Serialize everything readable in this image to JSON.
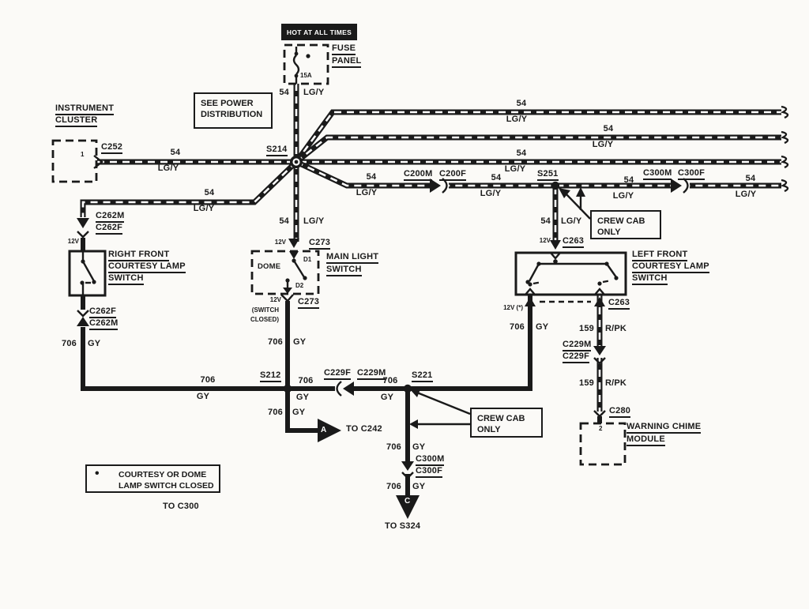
{
  "colors": {
    "ink": "#1a1a1a",
    "paper": "#fbfaf7"
  },
  "banner": {
    "text": "HOT AT ALL TIMES"
  },
  "fuse_panel": {
    "line1": "FUSE",
    "line2": "PANEL",
    "rating": "15A"
  },
  "power_note": {
    "line1": "SEE POWER",
    "line2": "DISTRIBUTION"
  },
  "instrument_cluster": {
    "line1": "INSTRUMENT",
    "line2": "CLUSTER",
    "pin": "1"
  },
  "right_front_switch": {
    "line1": "RIGHT FRONT",
    "line2": "COURTESY LAMP",
    "line3": "SWITCH",
    "v12": "12V"
  },
  "main_light_switch": {
    "line1": "MAIN LIGHT",
    "line2": "SWITCH",
    "dome": "DOME",
    "d1": "D1",
    "d2": "D2",
    "v12_top": "12V",
    "v12_bottom": "12V",
    "closed1": "(SWITCH",
    "closed2": "CLOSED)"
  },
  "left_front_switch": {
    "line1": "LEFT FRONT",
    "line2": "COURTESY LAMP",
    "line3": "SWITCH",
    "v12_top": "12V",
    "v12_bottom": "12V (*)"
  },
  "warning_chime": {
    "line1": "WARNING CHIME",
    "line2": "MODULE",
    "pin": "2"
  },
  "crew_cab_top": {
    "line1": "CREW CAB",
    "line2": "ONLY"
  },
  "crew_cab_bottom": {
    "line1": "CREW CAB",
    "line2": "ONLY"
  },
  "legend": {
    "bullet": "•",
    "line1": "COURTESY OR DOME",
    "line2": "LAMP SWITCH CLOSED"
  },
  "destinations": {
    "a_label": "A",
    "c_label": "C",
    "to_c242": "TO C242",
    "to_s324": "TO S324",
    "to_c300": "TO C300"
  },
  "connectors": {
    "c252": "C252",
    "s214": "S214",
    "c200m": "C200M",
    "c200f": "C200F",
    "s251": "S251",
    "c300m": "C300M",
    "c300f": "C300F",
    "c262m_in": "C262M",
    "c262f_in": "C262F",
    "c262f_out": "C262F",
    "c262m_out": "C262M",
    "c273_in": "C273",
    "c273_out": "C273",
    "c263_in": "C263",
    "c263_out": "C263",
    "s212": "S212",
    "s221": "S221",
    "c229f_mid": "C229F",
    "c229m_mid": "C229M",
    "c229m_right": "C229M",
    "c229f_right": "C229F",
    "c280": "C280",
    "c300m_bot": "C300M",
    "c300f_bot": "C300F"
  },
  "wire_labels": [
    {
      "circuit": "54",
      "color": "LG/Y"
    },
    {
      "circuit": "54",
      "color": "LG/Y"
    },
    {
      "circuit": "54",
      "color": "LG/Y"
    },
    {
      "circuit": "54",
      "color": "LG/Y"
    },
    {
      "circuit": "54",
      "color": "LG/Y"
    },
    {
      "circuit": "54",
      "color": "LG/Y"
    },
    {
      "circuit": "54",
      "color": "LG/Y"
    },
    {
      "circuit": "54",
      "color": "LG/Y"
    },
    {
      "circuit": "54",
      "color": "LG/Y"
    },
    {
      "circuit": "54",
      "color": "LG/Y"
    },
    {
      "circuit": "54",
      "color": "LG/Y"
    },
    {
      "circuit": "54",
      "color": "LG/Y"
    },
    {
      "circuit": "706",
      "color": "GY"
    },
    {
      "circuit": "706",
      "color": "GY"
    },
    {
      "circuit": "706",
      "color": "GY"
    },
    {
      "circuit": "706",
      "color": "GY"
    },
    {
      "circuit": "706",
      "color": "GY"
    },
    {
      "circuit": "706",
      "color": "GY"
    },
    {
      "circuit": "159",
      "color": "R/PK"
    },
    {
      "circuit": "159",
      "color": "R/PK"
    },
    {
      "circuit": "706",
      "color": "GY"
    },
    {
      "circuit": "706",
      "color": "GY"
    },
    {
      "circuit": "706",
      "color": "GY"
    }
  ]
}
